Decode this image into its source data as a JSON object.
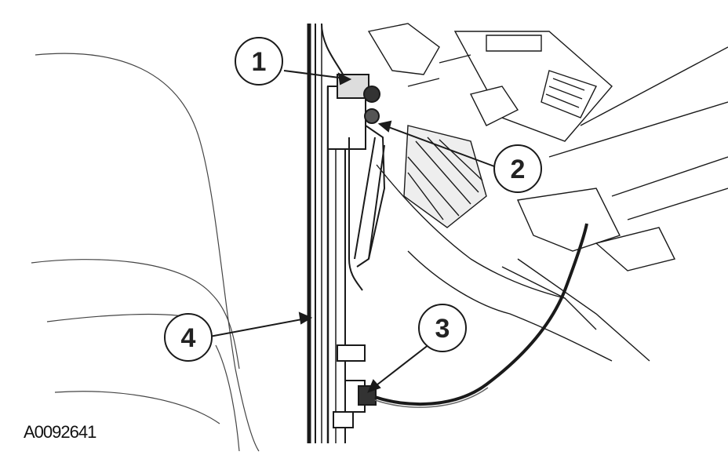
{
  "figure_id": "A0092641",
  "callouts": [
    {
      "label": "1",
      "name": "callout-1"
    },
    {
      "label": "2",
      "name": "callout-2"
    },
    {
      "label": "3",
      "name": "callout-3"
    },
    {
      "label": "4",
      "name": "callout-4"
    }
  ],
  "colors": {
    "ink": "#1a1a1a",
    "paper": "#ffffff",
    "shade": "#555555"
  }
}
